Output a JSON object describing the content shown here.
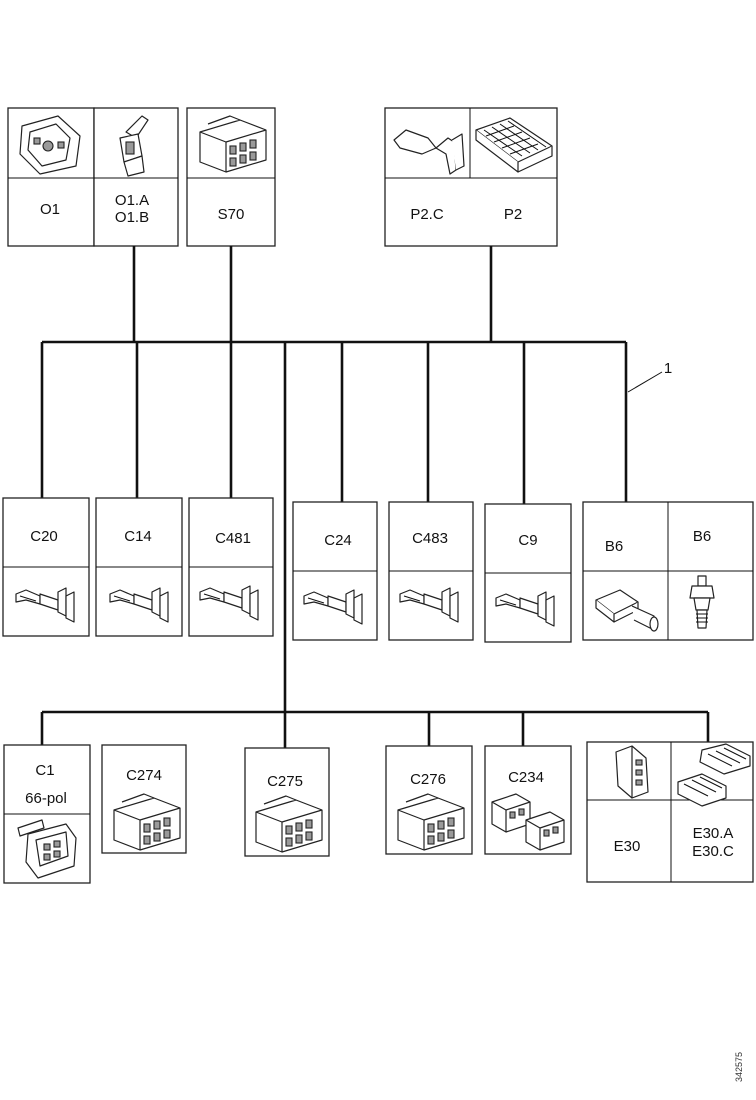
{
  "top": {
    "o1": {
      "label": "O1"
    },
    "o1ab": {
      "line1": "O1.A",
      "line2": "O1.B"
    },
    "s70": {
      "label": "S70"
    },
    "p2c": {
      "label": "P2.C"
    },
    "p2": {
      "label": "P2"
    }
  },
  "middle": {
    "c20": "C20",
    "c14": "C14",
    "c481": "C481",
    "c24": "C24",
    "c483": "C483",
    "c9": "C9",
    "b6_left": "B6",
    "b6_right": "B6"
  },
  "bottom": {
    "c1": {
      "line1": "C1",
      "line2": "66-pol"
    },
    "c274": "C274",
    "c275": "C275",
    "c276": "C276",
    "c234": "C234",
    "e30": "E30",
    "e30ac": {
      "line1": "E30.A",
      "line2": "E30.C"
    }
  },
  "callout": "1",
  "image_code": "342575"
}
